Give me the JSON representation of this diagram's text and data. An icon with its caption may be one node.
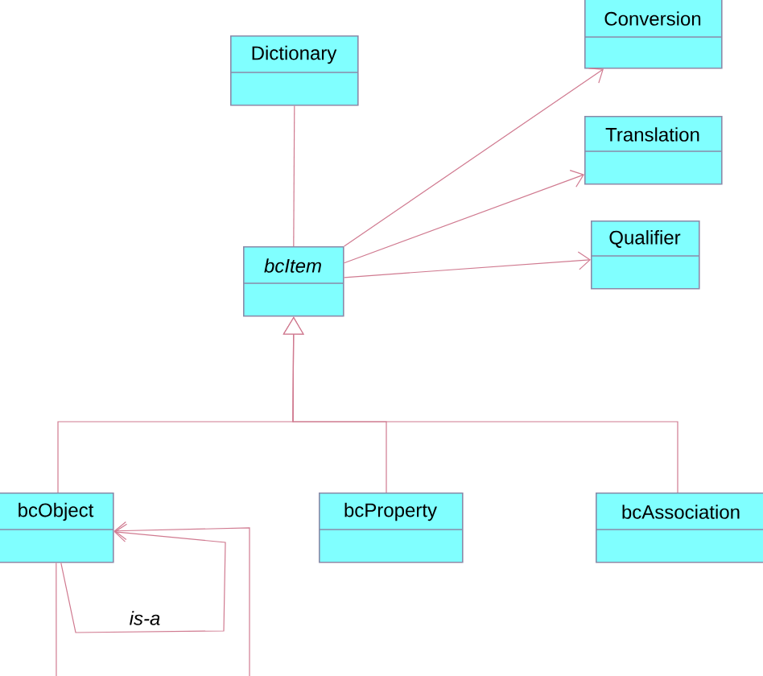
{
  "diagram": {
    "nodes": [
      {
        "text": [
          "Dictionary"
        ]
      },
      {
        "text": [
          "bcItem"
        ]
      },
      {
        "text": [
          "Conversion"
        ]
      },
      {
        "text": [
          "Translation"
        ]
      },
      {
        "text": [
          "Qualifier"
        ]
      },
      {
        "text": [
          "bcObject"
        ]
      },
      {
        "text": [
          "bcProperty"
        ]
      },
      {
        "text": [
          "bcAssociation"
        ]
      }
    ],
    "edges": [
      {
        "from": 0,
        "to": 1,
        "arrow": "none"
      },
      {
        "from": 1,
        "to": 2,
        "arrow": "to"
      },
      {
        "from": 1,
        "to": 3,
        "arrow": "to"
      },
      {
        "from": 1,
        "to": 4,
        "arrow": "to"
      },
      {
        "from": 5,
        "to": 1,
        "arrow": "to"
      },
      {
        "from": 6,
        "to": 1,
        "arrow": "to"
      },
      {
        "from": 7,
        "to": 1,
        "arrow": "to"
      },
      {
        "from": 5,
        "to": 5,
        "arrow": "to",
        "label": "is-a"
      },
      {
        "from": 5,
        "to": 5,
        "arrow": "to"
      }
    ]
  }
}
